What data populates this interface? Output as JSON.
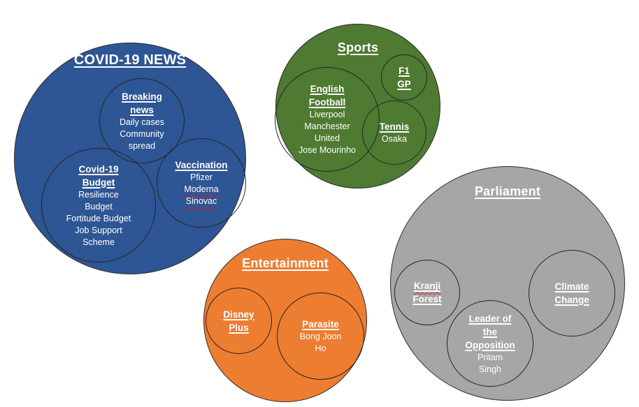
{
  "canvas": {
    "background": "#FFFFFF",
    "outline_color": "#2D2D2D",
    "text_color": "#FFFFFF",
    "misspell_squiggle_color": "#D21F1F"
  },
  "diagram": {
    "groups": [
      {
        "name": "covid-news",
        "title": "COVID-19 NEWS",
        "color": "#2E5594",
        "subcircles": [
          {
            "name": "breaking-news",
            "title_lines": [
              "Breaking",
              "news"
            ],
            "body_lines": [
              "Daily cases",
              "Community",
              "spread"
            ]
          },
          {
            "name": "covid-budget",
            "title_lines": [
              "Covid-19",
              "Budget"
            ],
            "body_lines": [
              "Resilience",
              "Budget",
              "Fortitude Budget",
              "Job Support",
              "Scheme"
            ]
          },
          {
            "name": "vaccination",
            "title_lines": [
              "Vaccination"
            ],
            "body_lines": [
              "Pfizer",
              "Moderna",
              "Sinovac"
            ],
            "misspelled_words": [
              "Moderna",
              "Sinovac"
            ]
          }
        ]
      },
      {
        "name": "sports",
        "title": "Sports",
        "color": "#4E7A31",
        "subcircles": [
          {
            "name": "english-football",
            "title_lines": [
              "English",
              "Football"
            ],
            "body_lines": [
              "Liverpool",
              "Manchester",
              "United",
              "Jose Mourinho"
            ]
          },
          {
            "name": "f1-gp",
            "title_lines": [
              "F1",
              "GP"
            ],
            "body_lines": []
          },
          {
            "name": "tennis",
            "title_lines": [
              "Tennis"
            ],
            "body_lines": [
              "Osaka"
            ]
          }
        ]
      },
      {
        "name": "entertainment",
        "title": "Entertainment",
        "color": "#ED7D31",
        "subcircles": [
          {
            "name": "disney-plus",
            "title_lines": [
              "Disney",
              "Plus"
            ],
            "body_lines": []
          },
          {
            "name": "parasite",
            "title_lines": [
              "Parasite"
            ],
            "body_lines": [
              "Bong Joon",
              "Ho"
            ]
          }
        ]
      },
      {
        "name": "parliament",
        "title": "Parliament",
        "color": "#A6A6A6",
        "subcircles": [
          {
            "name": "kranji-forest",
            "title_lines": [
              "Kranji",
              "Forest"
            ],
            "body_lines": [],
            "misspelled_words": [
              "Kranji"
            ]
          },
          {
            "name": "climate-change",
            "title_lines": [
              "Climate",
              "Change"
            ],
            "body_lines": []
          },
          {
            "name": "leader-of-the-opposition",
            "title_lines": [
              "Leader of",
              "the",
              "Opposition"
            ],
            "body_lines": [
              "Pritam",
              "Singh"
            ]
          }
        ]
      }
    ]
  }
}
